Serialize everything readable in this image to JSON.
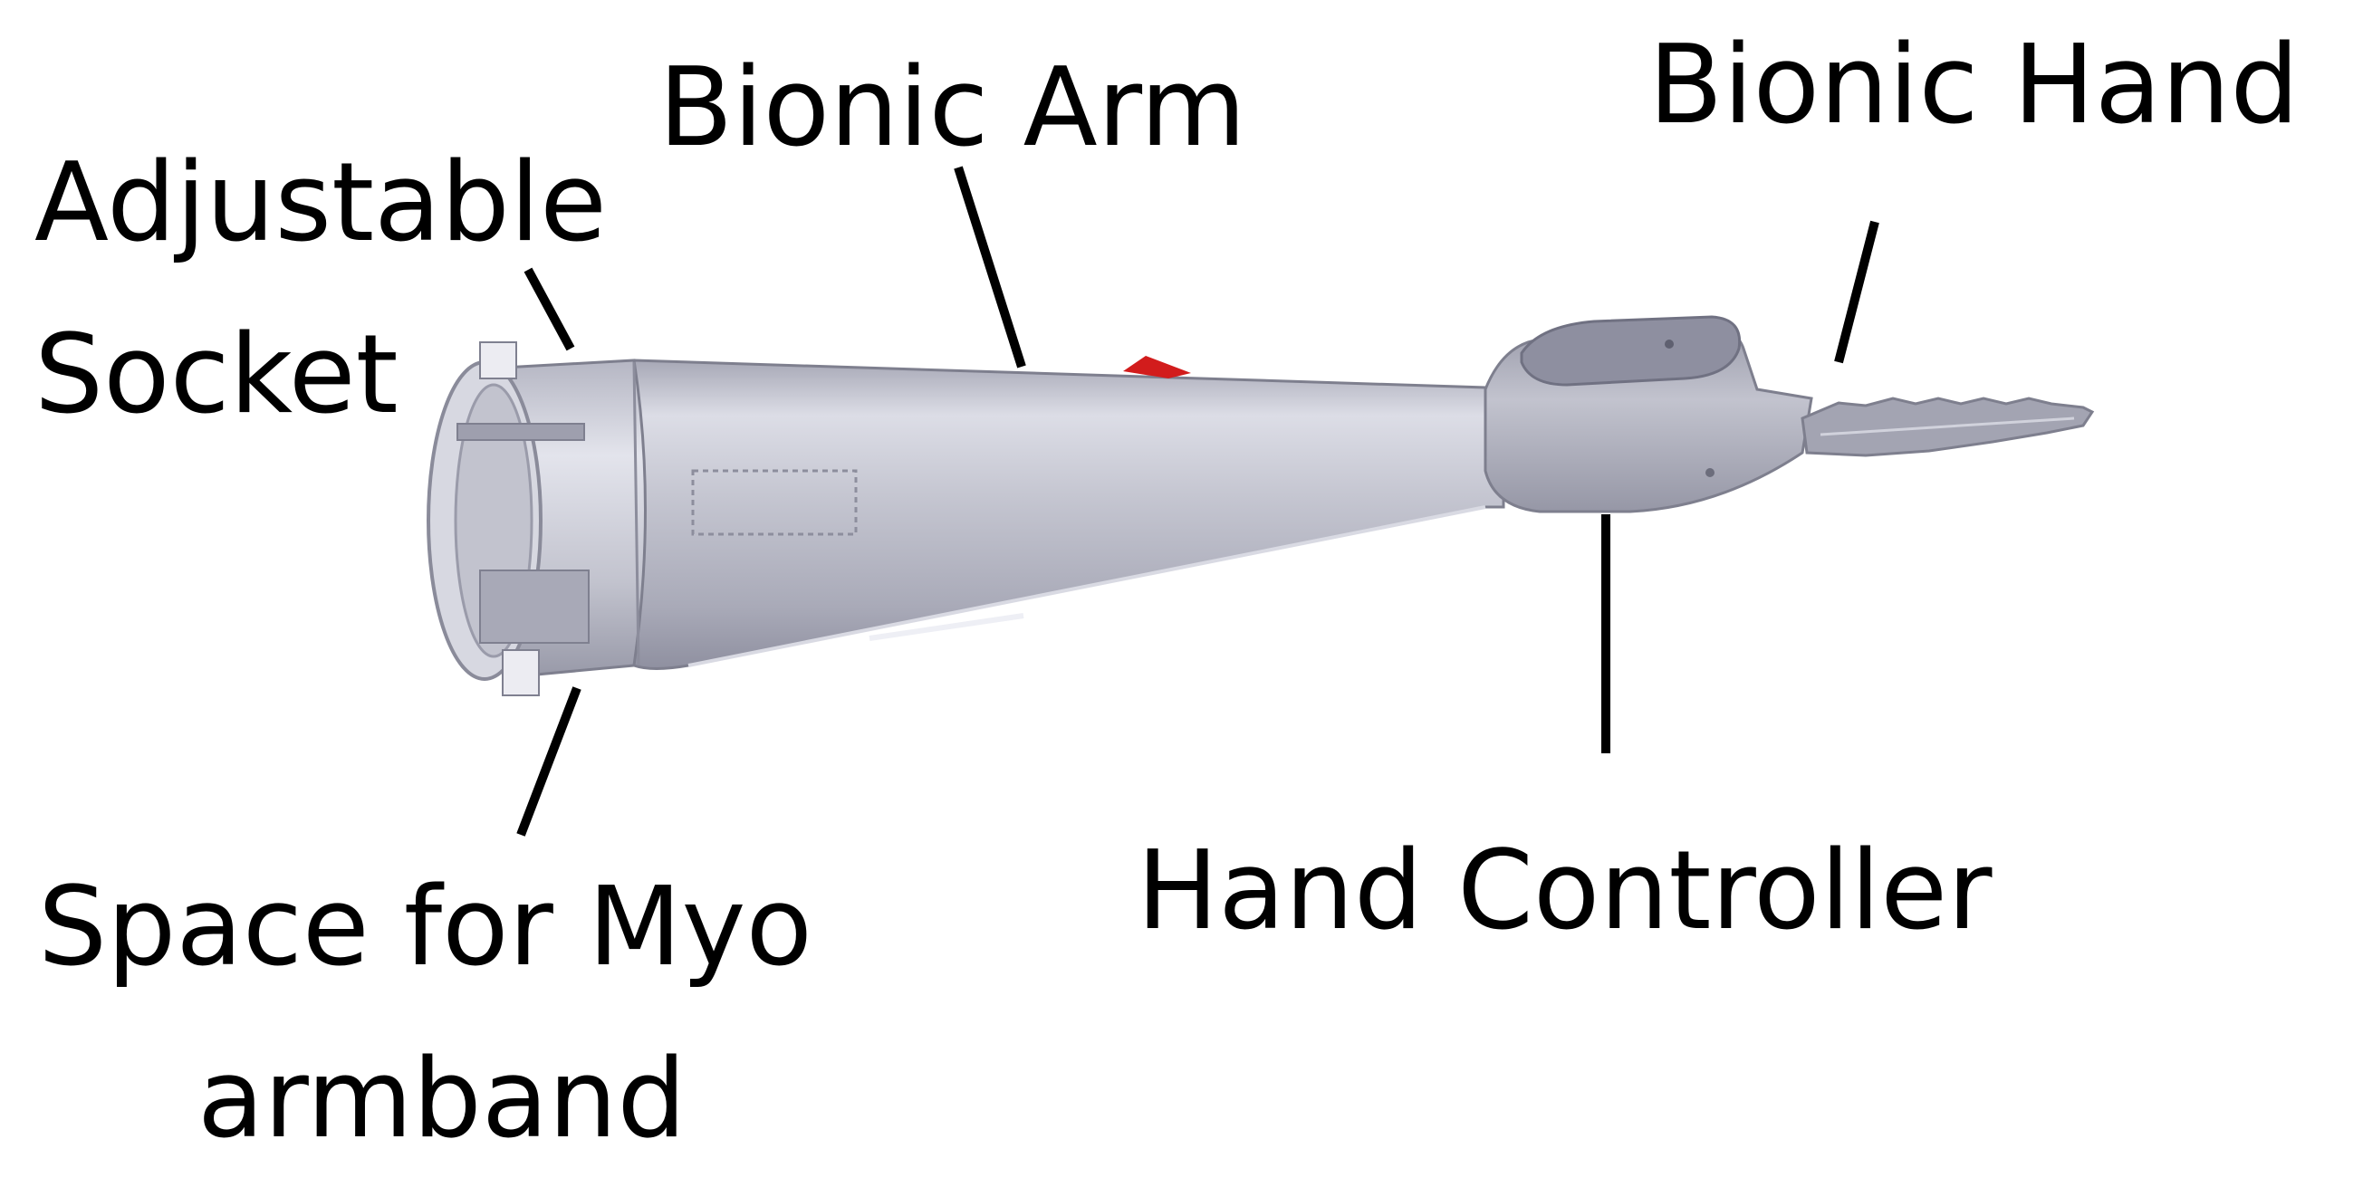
{
  "labels": {
    "bionic_arm": "Bionic Arm",
    "bionic_hand": "Bionic Hand",
    "adjustable_socket": [
      "Adjustable",
      "Socket"
    ],
    "myo_space": [
      "Space for Myo",
      "armband"
    ],
    "hand_controller": "Hand Controller"
  },
  "colors": {
    "body": "#b9bac6",
    "body_light": "#e0e1ea",
    "body_dark": "#8c8d9c",
    "accent": "#d21c1c",
    "leader": "#000000"
  }
}
